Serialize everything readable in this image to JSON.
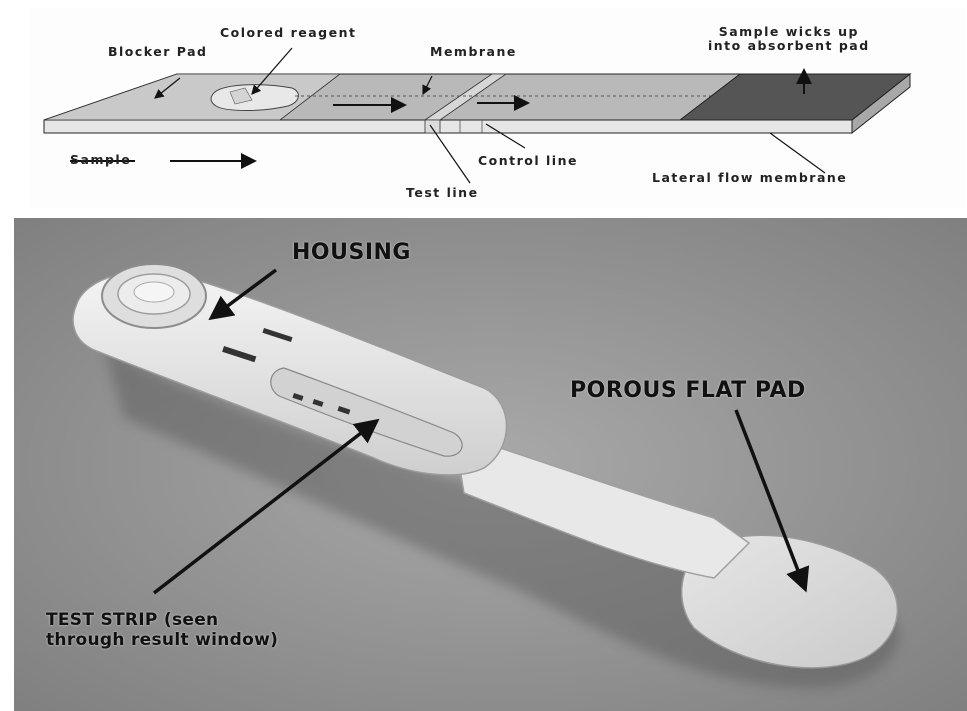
{
  "schematic": {
    "labels": {
      "blocker_pad": "Blocker Pad",
      "colored_reagent": "Colored reagent",
      "membrane": "Membrane",
      "sample_wicks": "Sample wicks up\ninto absorbent pad",
      "sample": "Sample",
      "control_line": "Control line",
      "test_line": "Test line",
      "lateral_flow_membrane": "Lateral flow membrane"
    }
  },
  "photo": {
    "labels": {
      "housing": "HOUSING",
      "porous_flat_pad": "POROUS FLAT PAD",
      "test_strip": "TEST STRIP (seen\nthrough result window)"
    }
  }
}
